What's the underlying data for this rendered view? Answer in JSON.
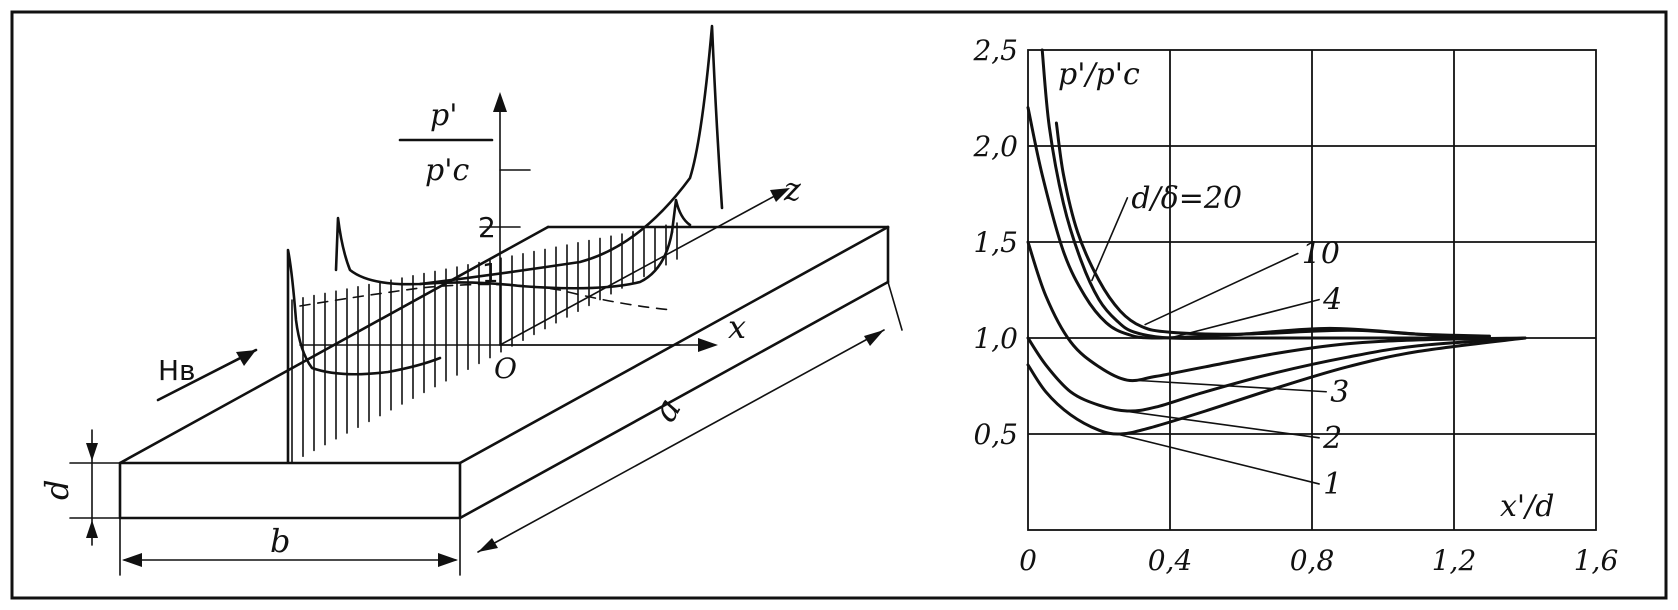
{
  "left_figure": {
    "labels": {
      "p_num": "p'",
      "p_den": "p'c",
      "tick_2": "2",
      "tick_1": "1",
      "origin": "O",
      "axis_x": "x",
      "axis_z": "z",
      "field": "Hв",
      "dim_a": "a",
      "dim_b": "b",
      "dim_d": "d"
    }
  },
  "chart_data": {
    "type": "line",
    "title": "",
    "ylabel": "p'/p'c",
    "xlabel": "x'/d",
    "xlim": [
      0,
      1.6
    ],
    "ylim": [
      0,
      2.5
    ],
    "grid": true,
    "x_ticks": [
      "0",
      "0,4",
      "0,8",
      "1,2",
      "1,6"
    ],
    "y_ticks": [
      "0,5",
      "1,0",
      "1,5",
      "2,0",
      "2,5"
    ],
    "y_tick_values": [
      0.5,
      1.0,
      1.5,
      2.0,
      2.5
    ],
    "x_tick_values": [
      0,
      0.4,
      0.8,
      1.2,
      1.6
    ],
    "curve_label_prefix": "d/δ=",
    "series": [
      {
        "name": "20",
        "points": [
          [
            0.04,
            2.5
          ],
          [
            0.06,
            2.1
          ],
          [
            0.1,
            1.7
          ],
          [
            0.15,
            1.4
          ],
          [
            0.2,
            1.2
          ],
          [
            0.25,
            1.09
          ],
          [
            0.3,
            1.03
          ],
          [
            0.4,
            1.0
          ],
          [
            0.6,
            1.0
          ],
          [
            1.0,
            1.0
          ],
          [
            1.3,
            1.0
          ]
        ]
      },
      {
        "name": "10",
        "points": [
          [
            0.08,
            2.12
          ],
          [
            0.1,
            1.85
          ],
          [
            0.14,
            1.55
          ],
          [
            0.2,
            1.3
          ],
          [
            0.26,
            1.14
          ],
          [
            0.32,
            1.06
          ],
          [
            0.4,
            1.03
          ],
          [
            0.6,
            1.02
          ],
          [
            0.9,
            1.04
          ],
          [
            1.1,
            1.02
          ],
          [
            1.3,
            1.01
          ]
        ]
      },
      {
        "name": "4",
        "points": [
          [
            0.0,
            2.2
          ],
          [
            0.04,
            1.85
          ],
          [
            0.1,
            1.45
          ],
          [
            0.16,
            1.22
          ],
          [
            0.22,
            1.08
          ],
          [
            0.28,
            1.02
          ],
          [
            0.36,
            1.0
          ],
          [
            0.6,
            1.02
          ],
          [
            0.85,
            1.05
          ],
          [
            1.1,
            1.02
          ],
          [
            1.3,
            1.0
          ]
        ]
      },
      {
        "name": "3",
        "points": [
          [
            0.0,
            1.5
          ],
          [
            0.05,
            1.22
          ],
          [
            0.12,
            0.98
          ],
          [
            0.2,
            0.85
          ],
          [
            0.28,
            0.78
          ],
          [
            0.36,
            0.8
          ],
          [
            0.5,
            0.85
          ],
          [
            0.7,
            0.92
          ],
          [
            0.9,
            0.97
          ],
          [
            1.1,
            0.99
          ],
          [
            1.4,
            1.0
          ]
        ]
      },
      {
        "name": "2",
        "points": [
          [
            0.0,
            1.0
          ],
          [
            0.05,
            0.86
          ],
          [
            0.12,
            0.72
          ],
          [
            0.2,
            0.65
          ],
          [
            0.28,
            0.62
          ],
          [
            0.36,
            0.64
          ],
          [
            0.5,
            0.72
          ],
          [
            0.7,
            0.82
          ],
          [
            0.9,
            0.9
          ],
          [
            1.1,
            0.96
          ],
          [
            1.4,
            1.0
          ]
        ]
      },
      {
        "name": "1",
        "points": [
          [
            0.0,
            0.86
          ],
          [
            0.05,
            0.72
          ],
          [
            0.12,
            0.6
          ],
          [
            0.2,
            0.52
          ],
          [
            0.26,
            0.5
          ],
          [
            0.34,
            0.53
          ],
          [
            0.5,
            0.62
          ],
          [
            0.7,
            0.74
          ],
          [
            0.9,
            0.85
          ],
          [
            1.1,
            0.93
          ],
          [
            1.4,
            1.0
          ]
        ]
      }
    ],
    "curve_labels": [
      {
        "series": "20",
        "text": "d/δ=20",
        "at": [
          0.28,
          1.73
        ]
      },
      {
        "series": "10",
        "text": "10",
        "at": [
          0.76,
          1.44
        ]
      },
      {
        "series": "4",
        "text": "4",
        "at": [
          0.82,
          1.2
        ]
      },
      {
        "series": "3",
        "text": "3",
        "at": [
          0.84,
          0.72
        ]
      },
      {
        "series": "2",
        "text": "2",
        "at": [
          0.82,
          0.48
        ]
      },
      {
        "series": "1",
        "text": "1",
        "at": [
          0.82,
          0.24
        ]
      }
    ],
    "leader_points": [
      {
        "series": "20",
        "x": 0.18,
        "y": 1.3
      },
      {
        "series": "10",
        "x": 0.33,
        "y": 1.07
      },
      {
        "series": "4",
        "x": 0.4,
        "y": 1.0
      },
      {
        "series": "3",
        "x": 0.3,
        "y": 0.78
      },
      {
        "series": "2",
        "x": 0.27,
        "y": 0.62
      },
      {
        "series": "1",
        "x": 0.25,
        "y": 0.5
      }
    ]
  }
}
